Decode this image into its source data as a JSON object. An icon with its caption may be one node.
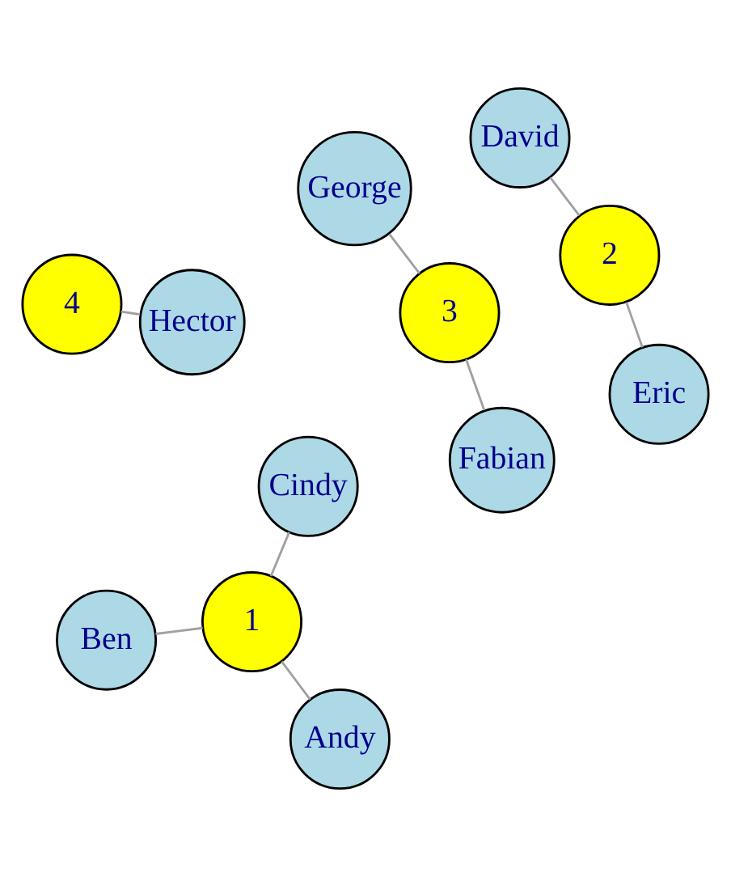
{
  "diagram": {
    "nodes": [
      {
        "text": [
          "George"
        ]
      },
      {
        "text": [
          "Ben"
        ]
      },
      {
        "text": [
          "3"
        ]
      },
      {
        "text": [
          "1"
        ]
      },
      {
        "text": [
          "Andy"
        ]
      },
      {
        "text": [
          "Fabian"
        ]
      },
      {
        "text": [
          "Cindy"
        ]
      },
      {
        "text": [
          "4"
        ]
      },
      {
        "text": [
          "Hector"
        ]
      },
      {
        "text": [
          "David"
        ]
      },
      {
        "text": [
          "2"
        ]
      },
      {
        "text": [
          "Eric"
        ]
      }
    ],
    "edges": [
      {
        "from": 2,
        "to": 0,
        "arrow": "none"
      },
      {
        "from": 2,
        "to": 5,
        "arrow": "none"
      },
      {
        "from": 3,
        "to": 1,
        "arrow": "none"
      },
      {
        "from": 3,
        "to": 4,
        "arrow": "none"
      },
      {
        "from": 3,
        "to": 6,
        "arrow": "none"
      },
      {
        "from": 7,
        "to": 8,
        "arrow": "none"
      },
      {
        "from": 10,
        "to": 9,
        "arrow": "none"
      },
      {
        "from": 10,
        "to": 11,
        "arrow": "none"
      }
    ]
  }
}
